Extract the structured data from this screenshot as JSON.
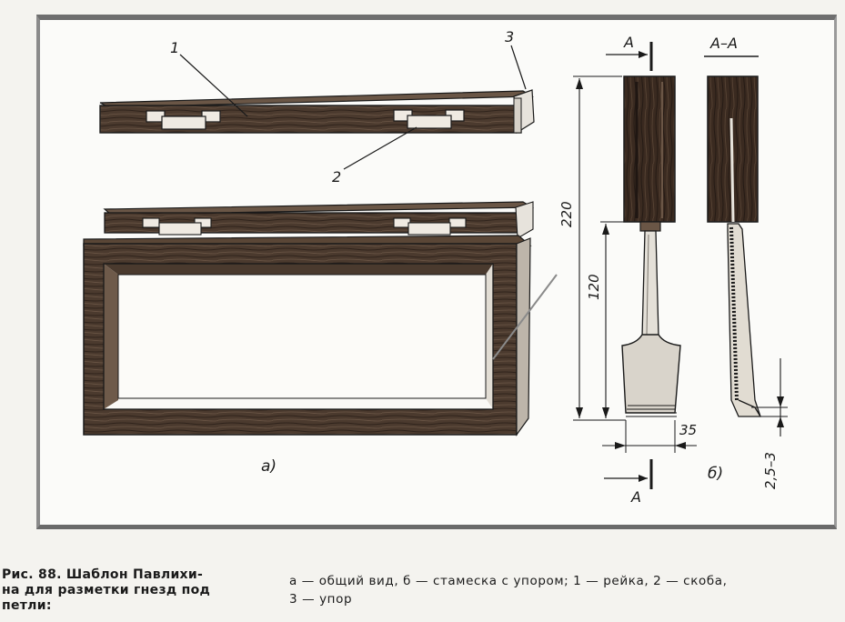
{
  "figure": {
    "labels": {
      "part_1": "1",
      "part_2": "2",
      "part_3": "3",
      "view_a": "а)",
      "view_b": "б)",
      "section_mark_top": "А",
      "section_mark_bottom": "А",
      "section_title": "А–А"
    },
    "dimensions": {
      "total_length": "220",
      "blade_length": "120",
      "blade_width": "35",
      "stop_offset": "2,5–3"
    },
    "colors": {
      "wood_dark": "#3a2a20",
      "wood_mid": "#5a4636",
      "metal": "#cfcac2",
      "line": "#1a1a1a"
    }
  },
  "caption": {
    "title_line_1": "Рис. 88. Шаблон Павлихи-",
    "title_line_2": "на для разметки гнезд под",
    "title_line_3": "петли:",
    "description_line_1": "а — общий вид, б — стамеска с упором; 1 — рейка, 2 — скоба,",
    "description_line_2": "3 — упор"
  }
}
